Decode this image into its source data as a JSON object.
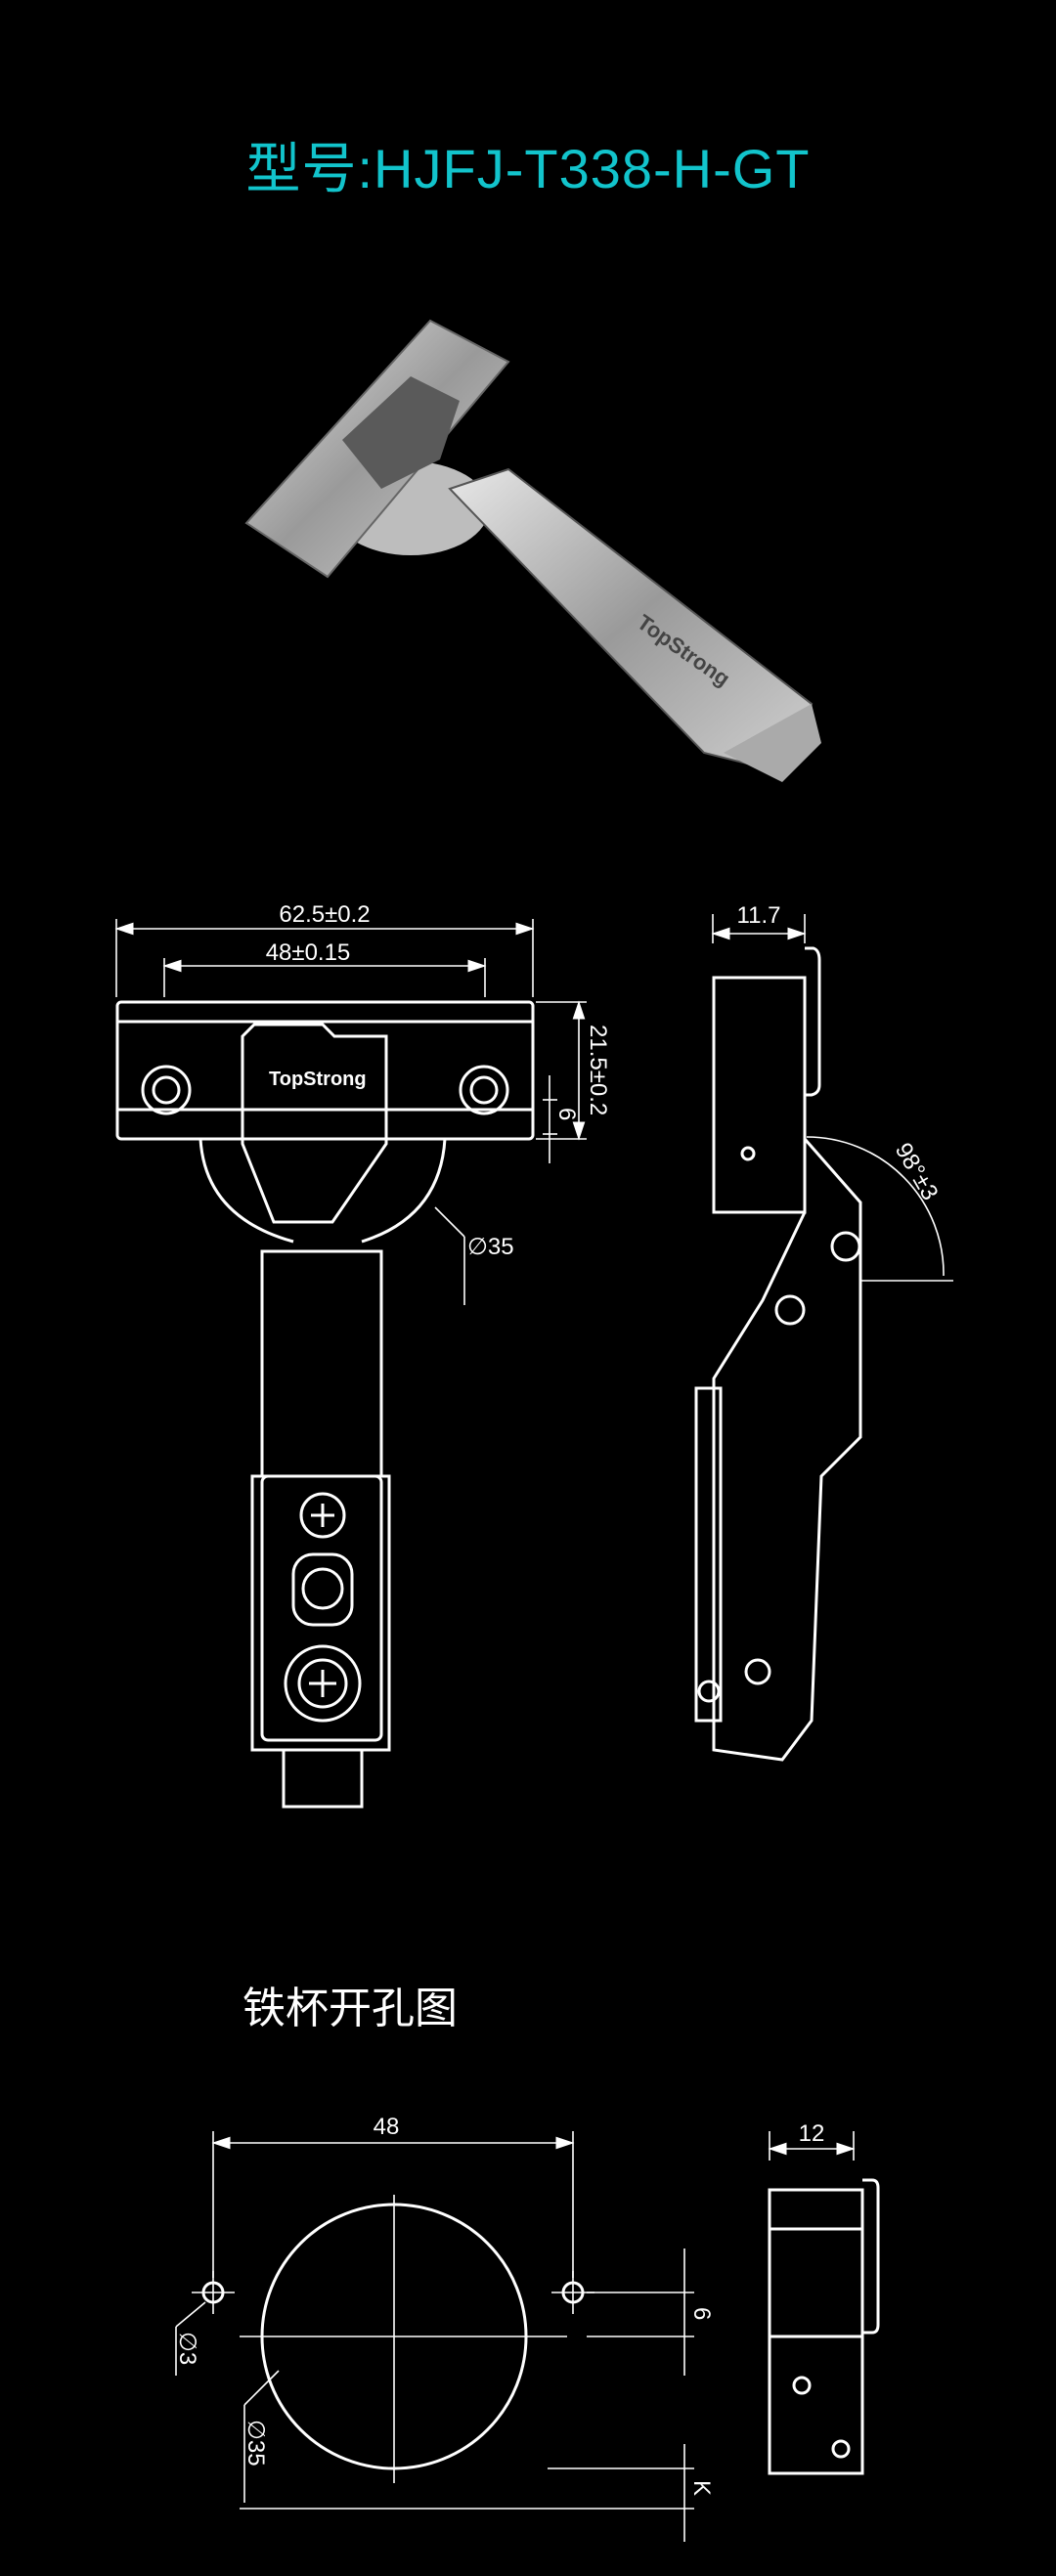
{
  "title": "型号:HJFJ-T338-H-GT",
  "product_photo": {
    "brand_logo": "TopStrong"
  },
  "front_view": {
    "width_overall": "62.5±0.2",
    "hole_spacing": "48±0.15",
    "height": "21.5±0.2",
    "offset": "6",
    "cup_diameter": "∅35",
    "logo": "TopStrong"
  },
  "side_view": {
    "depth": "11.7",
    "angle": "98°±3"
  },
  "drilling_section": {
    "title": "铁杯开孔图",
    "hole_spacing": "48",
    "screw_hole": "∅3",
    "cup_hole": "∅35",
    "offset": "6",
    "edge_distance": "K",
    "cup_depth": "12"
  },
  "colors": {
    "title": "#12c4cc",
    "background": "#000000",
    "lines": "#ffffff"
  }
}
